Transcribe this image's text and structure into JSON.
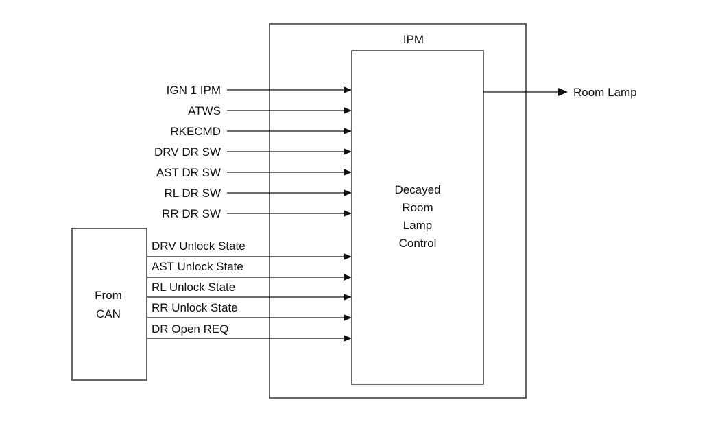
{
  "diagram": {
    "outer_block": {
      "label": "IPM"
    },
    "inner_block": {
      "label_lines": [
        "Decayed",
        "Room",
        "Lamp",
        "Control"
      ]
    },
    "source_block": {
      "label_lines": [
        "From",
        "CAN"
      ]
    },
    "direct_inputs": [
      "IGN 1 IPM",
      "ATWS",
      "RKECMD",
      "DRV DR SW",
      "AST DR SW",
      "RL DR SW",
      "RR DR SW"
    ],
    "can_inputs": [
      "DRV Unlock State",
      "AST Unlock State",
      "RL Unlock State",
      "RR Unlock State",
      "DR Open REQ"
    ],
    "output": {
      "label": "Room Lamp"
    }
  }
}
